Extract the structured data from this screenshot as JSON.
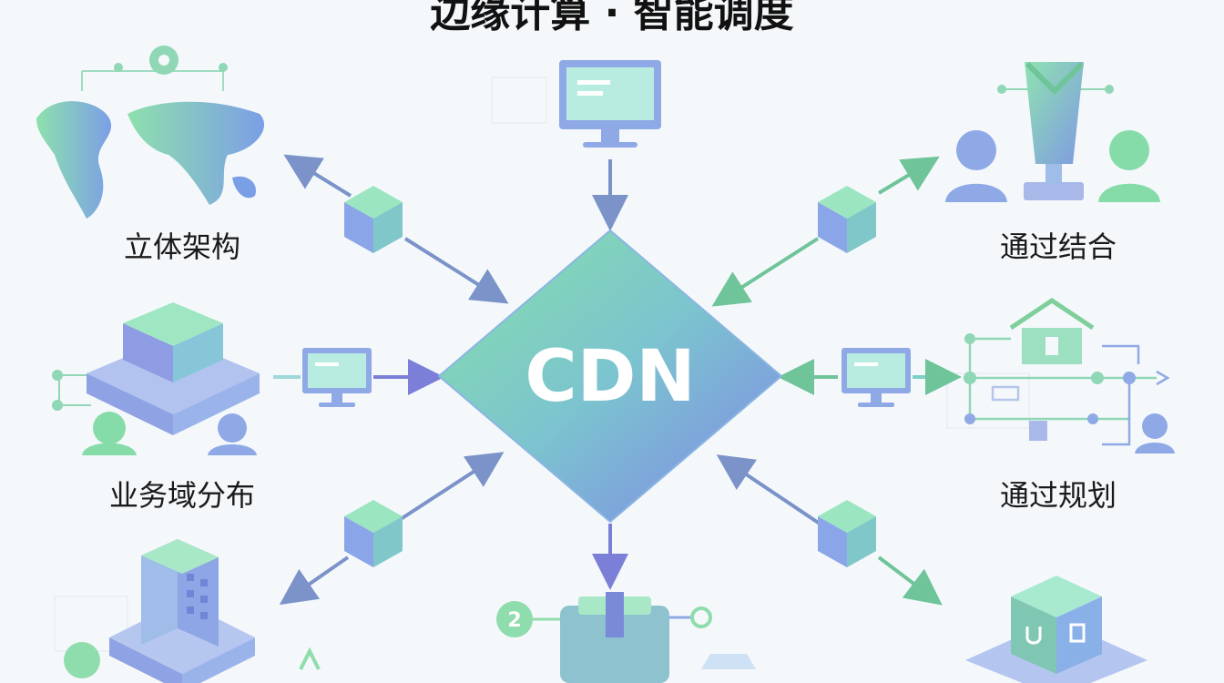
{
  "title": "边缘计算 · 智能调度",
  "center": {
    "label": "CDN"
  },
  "nodes": [
    {
      "id": "tl",
      "label": "立体架构",
      "icon": "world-map-icon"
    },
    {
      "id": "tr",
      "label": "通过结合",
      "icon": "people-tower-icon"
    },
    {
      "id": "ml",
      "label": "业务域分布",
      "icon": "isometric-platform-icon"
    },
    {
      "id": "mr",
      "label": "通过规划",
      "icon": "house-network-icon"
    },
    {
      "id": "bl",
      "label": "",
      "icon": "building-icon"
    },
    {
      "id": "br",
      "label": "",
      "icon": "cube-icon"
    },
    {
      "id": "t",
      "label": "",
      "icon": "monitor-icon"
    },
    {
      "id": "b",
      "label": "",
      "icon": "vehicle-icon"
    }
  ],
  "badge_number": "2",
  "colors": {
    "blue": "#7f9be0",
    "green": "#7dd3a6",
    "teal": "#7ccfc6",
    "arrow_blue": "#7b93c9",
    "arrow_green": "#6fc49a",
    "text": "#1a1a1a"
  }
}
